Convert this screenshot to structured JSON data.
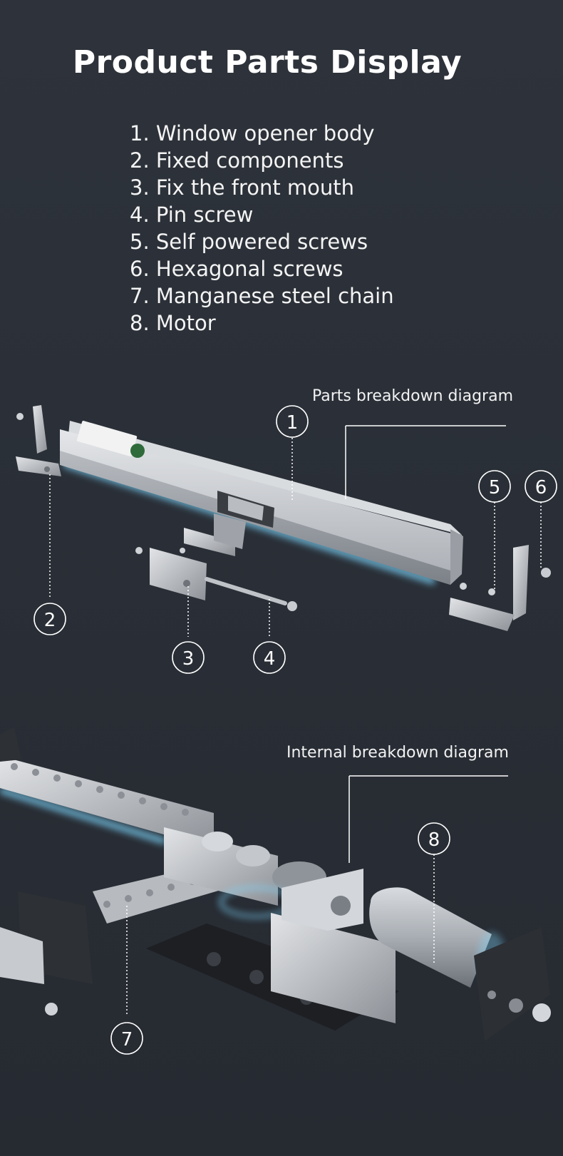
{
  "title": "Product Parts Display",
  "parts": [
    "1. Window opener body",
    "2. Fixed components",
    "3. Fix the front mouth",
    "4. Pin screw",
    "5. Self powered screws",
    "6. Hexagonal screws",
    "7. Manganese steel chain",
    "8. Motor"
  ],
  "diagrams": {
    "parts_breakdown": "Parts breakdown diagram",
    "internal_breakdown": "Internal breakdown diagram"
  },
  "callouts": [
    "1",
    "2",
    "3",
    "4",
    "5",
    "6",
    "7",
    "8"
  ],
  "colors": {
    "background": "#2b3038",
    "glow": "#7fd9ff",
    "metal": "#c9ccd0",
    "text": "#ffffff"
  }
}
